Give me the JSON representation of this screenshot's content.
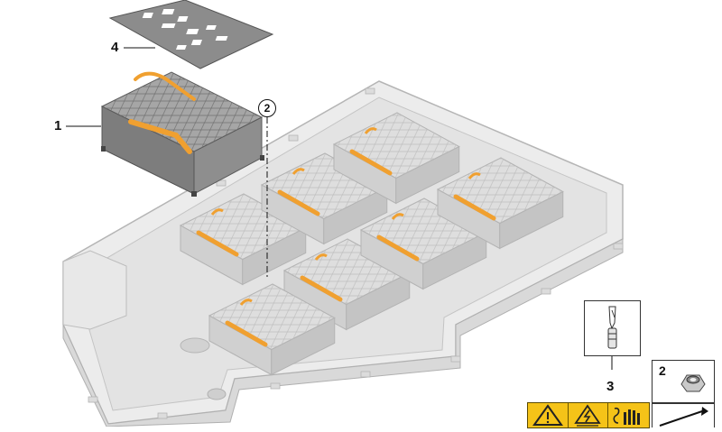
{
  "diagram": {
    "callouts": [
      {
        "id": "c1",
        "label": "1"
      },
      {
        "id": "c2",
        "label": "2"
      },
      {
        "id": "c3",
        "label": "3"
      },
      {
        "id": "c4",
        "label": "4"
      }
    ],
    "legend_boxes": [
      {
        "id": "box-3",
        "label": "3",
        "icon": "cutter-tool-icon"
      },
      {
        "id": "box-2",
        "label": "2",
        "icon": "hex-nut-icon"
      }
    ],
    "warning_label": {
      "icons": [
        "warning-triangle-icon",
        "electrical-hazard-icon",
        "hand-protection-icon"
      ]
    },
    "colors": {
      "housing": "#e6e6e6",
      "housing_edge": "#b9b9b9",
      "module": "#c9c9c9",
      "cable": "#f0a030",
      "highlight_module": "#8f8f8f",
      "warning": "#f5c318"
    }
  }
}
